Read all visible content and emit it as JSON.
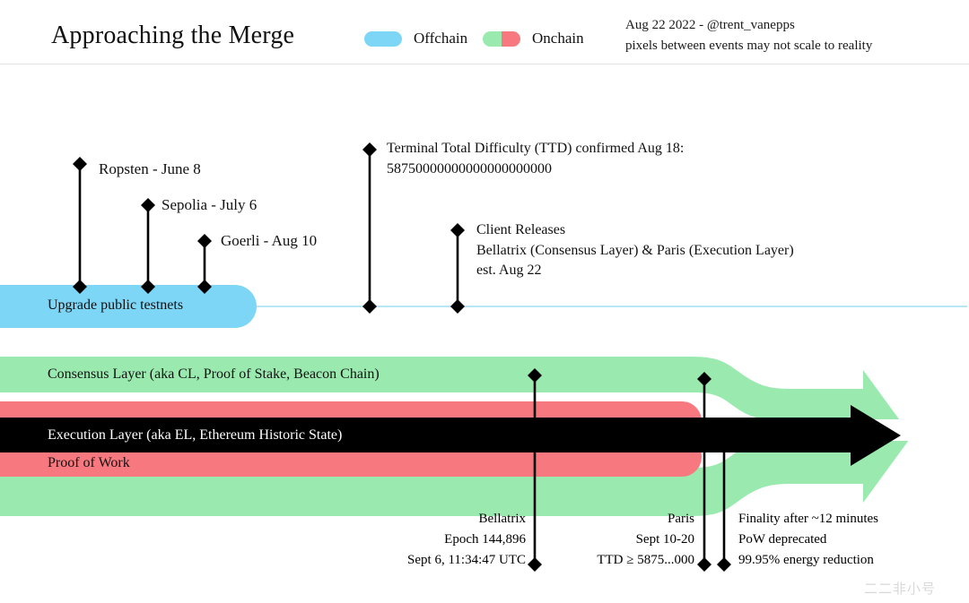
{
  "header": {
    "title": "Approaching the Merge",
    "legend": [
      {
        "label": "Offchain",
        "type": "solid",
        "color": "#7ed6f7"
      },
      {
        "label": "Onchain",
        "type": "split",
        "color_left": "#9aeab0",
        "color_right": "#f7787f"
      }
    ],
    "meta_line1": "Aug 22 2022 - @trent_vanepps",
    "meta_line2": "pixels between events may not scale to reality"
  },
  "bars": {
    "testnets_label": "Upgrade public testnets",
    "consensus_label": "Consensus Layer (aka CL, Proof of Stake, Beacon Chain)",
    "execution_label": "Execution Layer (aka EL, Ethereum Historic State)",
    "pow_label": "Proof of Work"
  },
  "testnet_events": [
    {
      "name": "Ropsten - June 8"
    },
    {
      "name": "Sepolia - July 6"
    },
    {
      "name": "Goerli - Aug 10"
    }
  ],
  "annotations": {
    "ttd_line1": "Terminal Total Difficulty (TTD) confirmed Aug 18:",
    "ttd_line2": "58750000000000000000000",
    "client_line1": "Client Releases",
    "client_line2": "Bellatrix (Consensus Layer) & Paris (Execution Layer)",
    "client_line3": "est. Aug 22"
  },
  "bottom_blocks": {
    "bellatrix": [
      "Bellatrix",
      "Epoch 144,896",
      "Sept 6, 11:34:47 UTC"
    ],
    "paris": [
      "Paris",
      "Sept 10-20",
      "TTD ≥ 5875...000"
    ],
    "finality": [
      "Finality after ~12 minutes",
      "PoW deprecated",
      "99.95% energy reduction"
    ]
  },
  "watermark": "二二非小号",
  "colors": {
    "offchain_blue": "#7ed6f7",
    "offchain_line": "#b9e6f7",
    "consensus_green": "#9aeab0",
    "pow_red": "#f7787f",
    "execution_black": "#000000",
    "divider": "#e2e2e2"
  }
}
